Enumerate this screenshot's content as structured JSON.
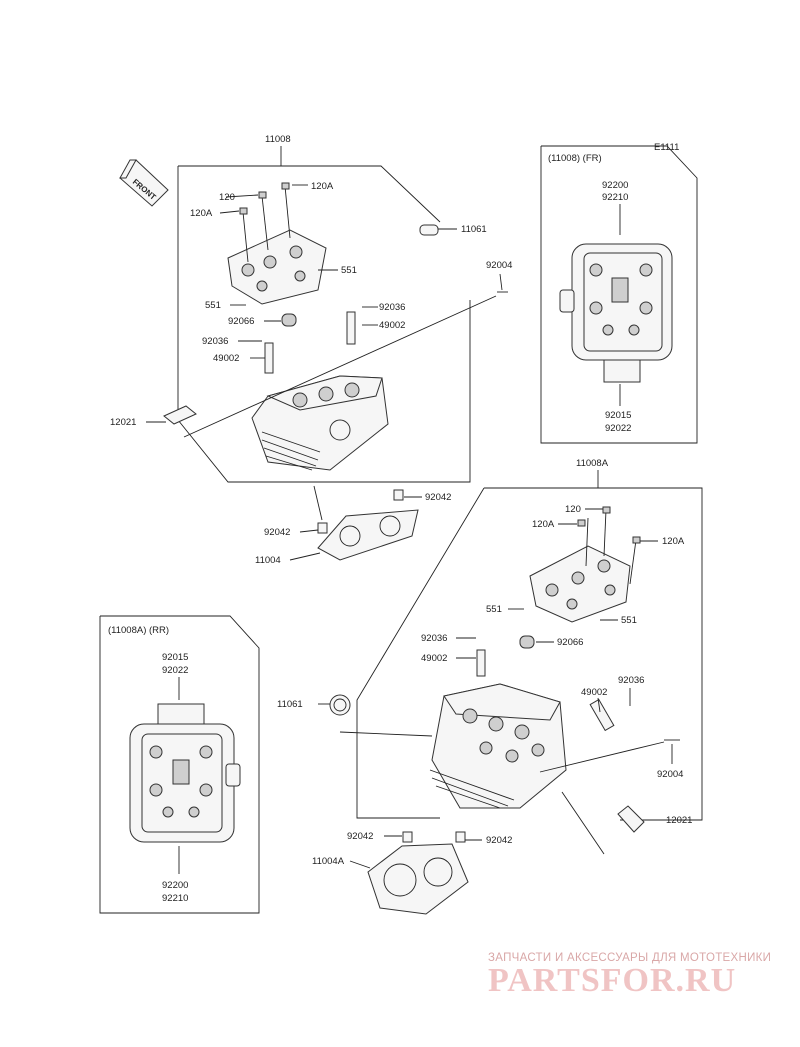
{
  "diagram_code": "E1111",
  "front_label": "FRONT",
  "inset_fr": {
    "title": "(11008) (FR)",
    "top_labels": [
      "92200",
      "92210"
    ],
    "bottom_labels": [
      "92015",
      "92022"
    ]
  },
  "inset_rr": {
    "title": "(11008A) (RR)",
    "top_labels": [
      "92015",
      "92022"
    ],
    "bottom_labels": [
      "92200",
      "92210"
    ]
  },
  "front_head": {
    "group": "11008",
    "labels": [
      "120",
      "120A",
      "120A",
      "11061",
      "551",
      "92004",
      "551",
      "92036",
      "92066",
      "49002",
      "92036",
      "49002",
      "12021",
      "92042",
      "92042",
      "11004"
    ]
  },
  "rear_head": {
    "group": "11008A",
    "labels": [
      "120",
      "120A",
      "120A",
      "551",
      "551",
      "92036",
      "92066",
      "49002",
      "92036",
      "49002",
      "11061",
      "92004",
      "12021",
      "92042",
      "92042",
      "11004A"
    ]
  },
  "watermark": {
    "tagline": "ЗАПЧАСТИ И АКСЕССУАРЫ ДЛЯ МОТОТЕХНИКИ",
    "logo": "PARTSFOR.RU"
  }
}
